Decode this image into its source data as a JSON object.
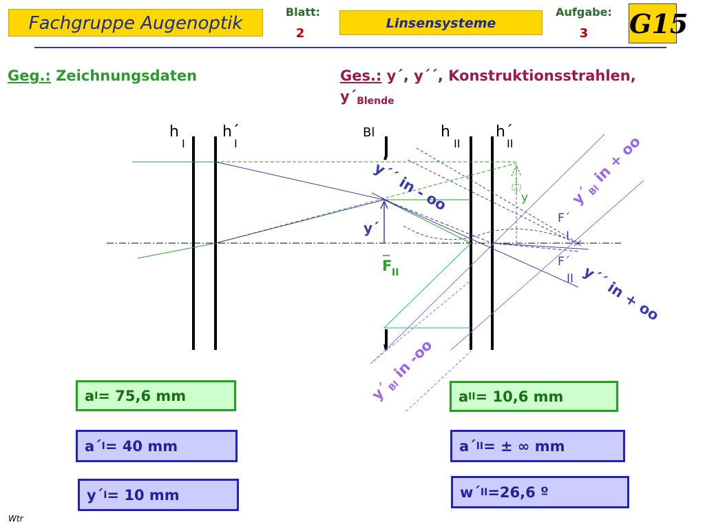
{
  "header": {
    "title": "Fachgruppe  Augenoptik",
    "blatt_label": "Blatt:",
    "blatt_value": "2",
    "subject": "Linsensysteme",
    "aufgabe_label": "Aufgabe:",
    "aufgabe_value": "3",
    "logo_text": "G15"
  },
  "given": {
    "label": "Geg.:",
    "text": "Zeichnungsdaten"
  },
  "sought": {
    "label": "Ges.:",
    "text": "y´, y´´, Konstruktionsstrahlen,",
    "line2_main": "y´",
    "line2_sub": "Blende"
  },
  "diagram": {
    "labels": {
      "hI_main": "h",
      "hI_sub": "I",
      "hIp_main": "h´",
      "hIp_sub": "I",
      "bl": "Bl",
      "hII_main": "h",
      "hII_sub": "II",
      "hIIp_main": "h´",
      "hIIp_sub": "II",
      "y": "y",
      "fI_main": "F´",
      "fI_sub": "I",
      "fII_main": "F´",
      "fII_sub": "II",
      "y_prime": "y´",
      "F_II_main": "F",
      "F_II_sub": "II",
      "ypp_in_minus": "y´´ in - oo",
      "ypp_in_plus": "y´´ in + oo",
      "yp_bl_in_plus_main": "y´",
      "yp_bl_in_plus_sub": "Bl",
      "yp_bl_in_plus_tail": " in + oo",
      "yp_bl_in_minus_main": "y´",
      "yp_bl_in_minus_sub": "Bl",
      "yp_bl_in_minus_tail": " in -oo"
    },
    "colors": {
      "green": "#2aa02a",
      "blue": "#3a3ab0",
      "violet": "#9966ee",
      "cyan": "#22bb88"
    }
  },
  "boxes": {
    "aI": {
      "main": "a",
      "sub": "I",
      "rest": " = 75,6 mm"
    },
    "aIp": {
      "main": "a´",
      "sub": "I",
      "rest": " = 40 mm"
    },
    "yIp": {
      "main": "y´",
      "sub": "I",
      "rest": " = 10 mm"
    },
    "aII": {
      "main": "a",
      "sub": "II",
      "rest": " = 10,6 mm"
    },
    "aIIp": {
      "main": "a´",
      "sub": "II",
      "rest": " = ± ∞ mm"
    },
    "wIIp": {
      "main": "w´",
      "sub": "II",
      "rest": " =26,6 º"
    }
  },
  "footer": {
    "author": "Wtr"
  }
}
